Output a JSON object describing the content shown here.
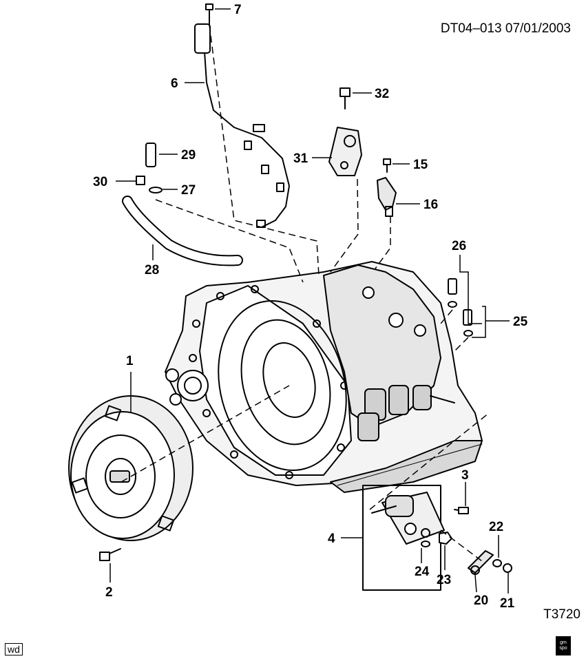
{
  "header": {
    "doc_code": "DT04–013  07/01/2003"
  },
  "figure_code": "T3720",
  "footer": {
    "badge": "wd",
    "logo_text": "gm spo"
  },
  "callouts": [
    "1",
    "2",
    "3",
    "4",
    "6",
    "7",
    "15",
    "16",
    "20",
    "21",
    "22",
    "23",
    "24",
    "25",
    "26",
    "27",
    "28",
    "29",
    "30",
    "31",
    "32"
  ]
}
